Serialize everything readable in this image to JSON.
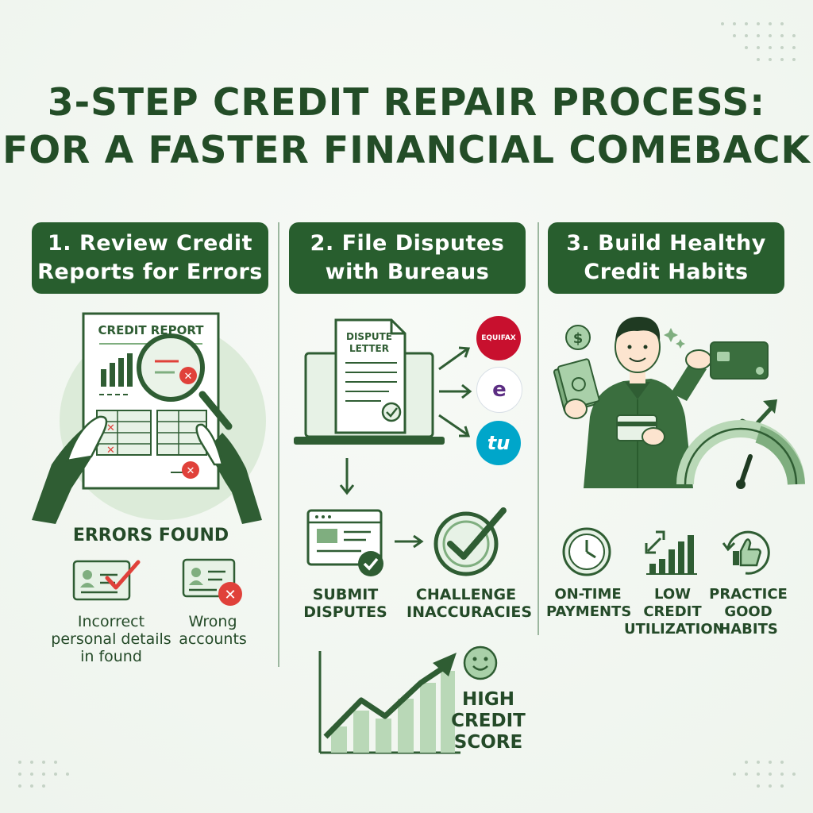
{
  "title": {
    "line1": "3-Step Credit Repair Process:",
    "line2": "For a Faster Financial Comeback"
  },
  "steps": [
    {
      "line1": "1. Review Credit",
      "line2": "Reports for Errors"
    },
    {
      "line1": "2. File Disputes",
      "line2": "with Bureaus"
    },
    {
      "line1": "3. Build Healthy",
      "line2": "Credit Habits"
    }
  ],
  "step1": {
    "report_title": "CREDIT REPORT",
    "errors_heading": "ERRORS FOUND",
    "error_items": [
      {
        "lines": [
          "Incorrect",
          "personal details",
          "in found"
        ]
      },
      {
        "lines": [
          "Wrong",
          "accounts"
        ]
      }
    ]
  },
  "step2": {
    "letter_title_1": "DISPUTE",
    "letter_title_2": "LETTER",
    "bureaus": [
      {
        "name": "EQUIFAX",
        "color": "#c8102e"
      },
      {
        "name": "e",
        "color": "#5b2d82"
      },
      {
        "name": "tu",
        "color": "#00a6ca"
      }
    ],
    "actions": [
      {
        "lines": [
          "SUBMIT",
          "DISPUTES"
        ]
      },
      {
        "lines": [
          "CHALLENGE",
          "INACCURACIES"
        ]
      }
    ],
    "score_label": [
      "HIGH",
      "CREDIT",
      "SCORE"
    ]
  },
  "step3": {
    "dollar_symbol": "$",
    "habits": [
      {
        "lines": [
          "ON-TIME",
          "PAYMENTS"
        ]
      },
      {
        "lines": [
          "LOW",
          "CREDIT",
          "UTILIZATION"
        ]
      },
      {
        "lines": [
          "PRACTICE",
          "GOOD",
          "HABITS"
        ]
      }
    ]
  },
  "colors": {
    "primary": "#285e2e",
    "light_green": "#a9d0a9",
    "error_red": "#e0413a"
  }
}
